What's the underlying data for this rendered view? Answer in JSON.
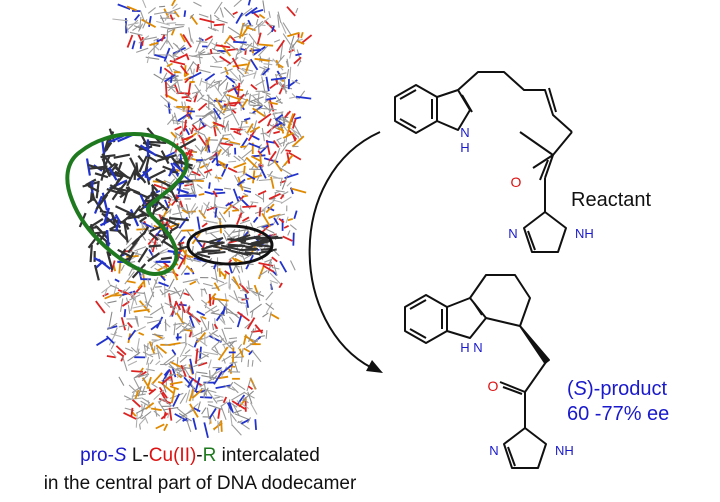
{
  "reactant": {
    "label": "Reactant",
    "atoms": {
      "indole_nh": "H",
      "indole_n": "N",
      "carbonyl_o": "O",
      "imid_n": "N",
      "imid_nh": "NH"
    }
  },
  "product": {
    "label_paren_open": "(",
    "label_s": "S",
    "label_rest": ")-product",
    "ee": "60 -77% ee",
    "atoms": {
      "carbazole_n": "N",
      "carbazole_h": "H",
      "carbonyl_o": "O",
      "imid_n": "N",
      "imid_nh": "NH"
    }
  },
  "caption": {
    "line1": {
      "pro": "pro-",
      "s": "S",
      "l": " L-",
      "cu": "Cu(II)",
      "dash": "-",
      "r": "R",
      "rest": " intercalated"
    },
    "line2": "in the central part of DNA dodecamer"
  },
  "colors": {
    "blue": "#1a1acc",
    "red": "#dd1111",
    "green": "#1f7a1f",
    "black": "#111111"
  }
}
